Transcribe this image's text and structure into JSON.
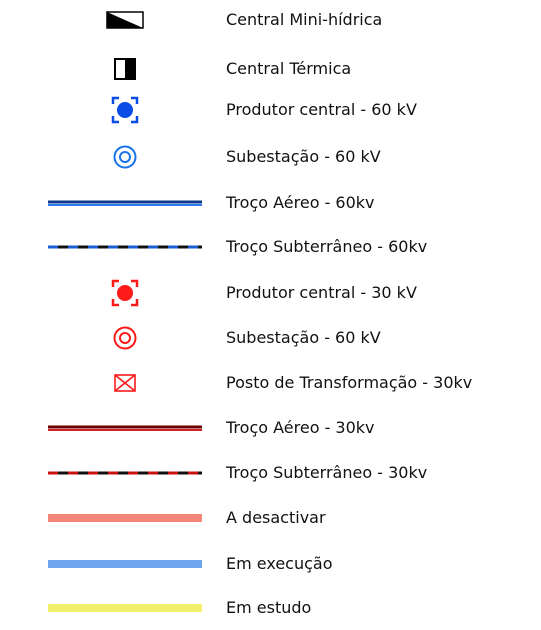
{
  "legend": {
    "items": [
      {
        "label": "Central Mini-hídrica",
        "icon": "mini-hydro-plant-icon",
        "color": "#000000"
      },
      {
        "label": "Central Térmica",
        "icon": "thermal-plant-icon",
        "color": "#000000"
      },
      {
        "label": "Produtor central - 60 kV",
        "icon": "central-producer-60kv-icon",
        "color": "#0a4de6"
      },
      {
        "label": "Subestação - 60 kV",
        "icon": "substation-60kv-icon",
        "color": "#1a73e8"
      },
      {
        "label": "Troço Aéreo - 60kv",
        "icon": "overhead-line-60kv-icon",
        "color": "#0b3a8c"
      },
      {
        "label": "Troço Subterrâneo - 60kv",
        "icon": "underground-line-60kv-icon",
        "color": "#1a5fd6"
      },
      {
        "label": "Produtor central - 30 kV",
        "icon": "central-producer-30kv-icon",
        "color": "#ff1a1a"
      },
      {
        "label": "Subestação - 60 kV",
        "icon": "substation-red-icon",
        "color": "#ff1a1a"
      },
      {
        "label": "Posto de Transformação - 30kv",
        "icon": "transformer-station-30kv-icon",
        "color": "#ff1a1a"
      },
      {
        "label": "Troço Aéreo - 30kv",
        "icon": "overhead-line-30kv-icon",
        "color": "#8b0000"
      },
      {
        "label": "Troço Subterrâneo - 30kv",
        "icon": "underground-line-30kv-icon",
        "color": "#cc1111"
      },
      {
        "label": "A desactivar",
        "icon": "deactivate-band-icon",
        "color": "#f4877a"
      },
      {
        "label": "Em execução",
        "icon": "in-execution-band-icon",
        "color": "#6ea6ee"
      },
      {
        "label": "Em estudo",
        "icon": "in-study-band-icon",
        "color": "#f0f06e"
      }
    ]
  }
}
